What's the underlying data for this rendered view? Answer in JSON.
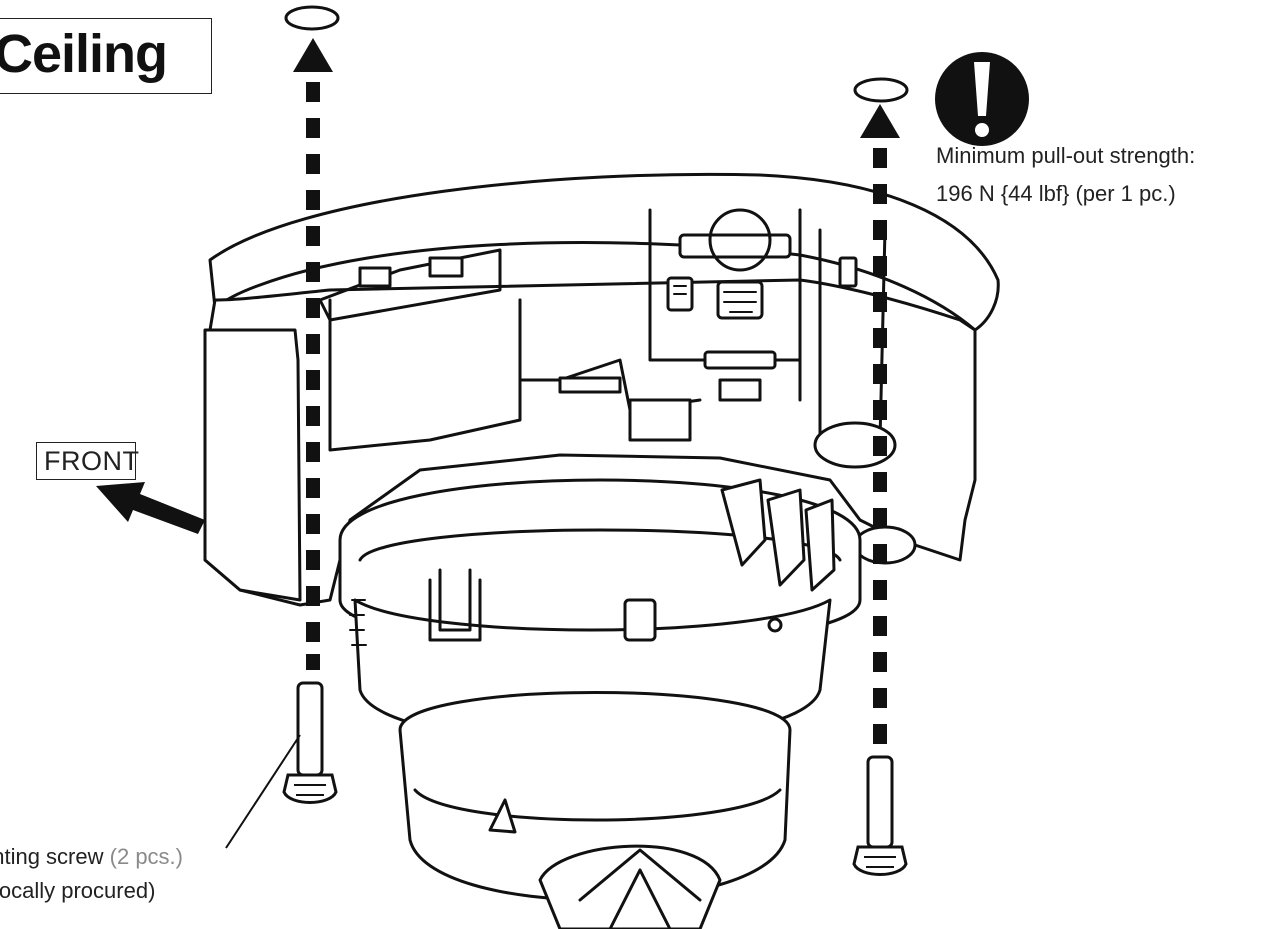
{
  "title": "Ceiling",
  "front_label": "FRONT",
  "notice": {
    "line1": "Minimum pull-out strength:",
    "line2": "196 N {44 lbf} (per 1 pc.)"
  },
  "screw_label": {
    "name": "unting screw",
    "qty": "(2 pcs.)",
    "procured": "locally procured)",
    "procured_prefix": ""
  },
  "card_icons": [
    "micro-sd-icon",
    "microsdxc-logo"
  ],
  "colors": {
    "ink": "#111111",
    "label_gray": "#8a8a8a",
    "background": "#ffffff"
  }
}
